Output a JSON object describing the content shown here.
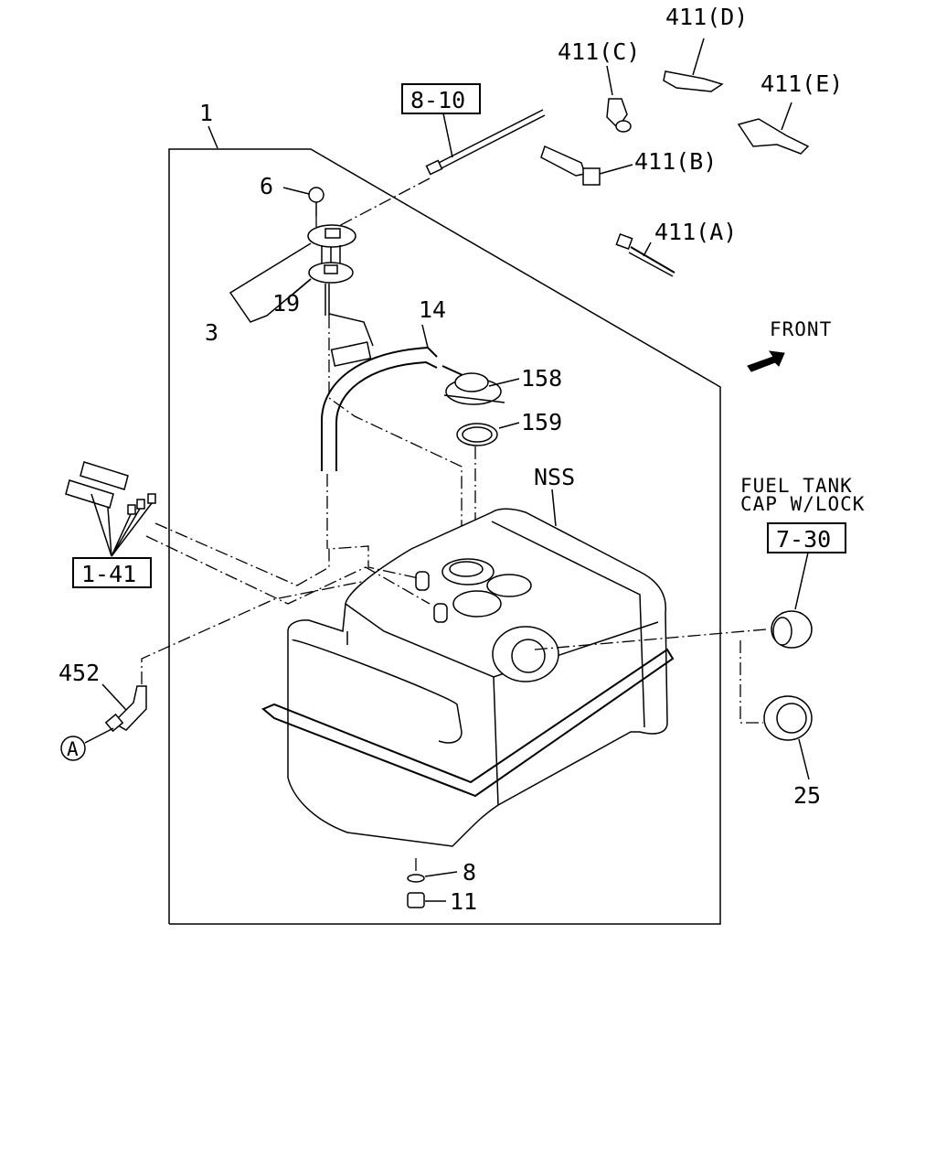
{
  "diagram": {
    "parts": [
      {
        "id": "p1",
        "label": "1"
      },
      {
        "id": "p3",
        "label": "3"
      },
      {
        "id": "p6",
        "label": "6"
      },
      {
        "id": "p8",
        "label": "8"
      },
      {
        "id": "p11",
        "label": "11"
      },
      {
        "id": "p14",
        "label": "14"
      },
      {
        "id": "p19",
        "label": "19"
      },
      {
        "id": "p25",
        "label": "25"
      },
      {
        "id": "p158",
        "label": "158"
      },
      {
        "id": "p159",
        "label": "159"
      },
      {
        "id": "p452",
        "label": "452"
      },
      {
        "id": "p411a",
        "label": "411(A)"
      },
      {
        "id": "p411b",
        "label": "411(B)"
      },
      {
        "id": "p411c",
        "label": "411(C)"
      },
      {
        "id": "p411d",
        "label": "411(D)"
      },
      {
        "id": "p411e",
        "label": "411(E)"
      },
      {
        "id": "nss",
        "label": "NSS"
      }
    ],
    "references": {
      "ref_8_10": "8-10",
      "ref_1_41": "1-41",
      "ref_7_30": "7-30"
    },
    "notes": {
      "front": "FRONT",
      "fuel_cap_line1": "FUEL TANK",
      "fuel_cap_line2": "CAP W/LOCK",
      "circle_a": "A"
    }
  }
}
